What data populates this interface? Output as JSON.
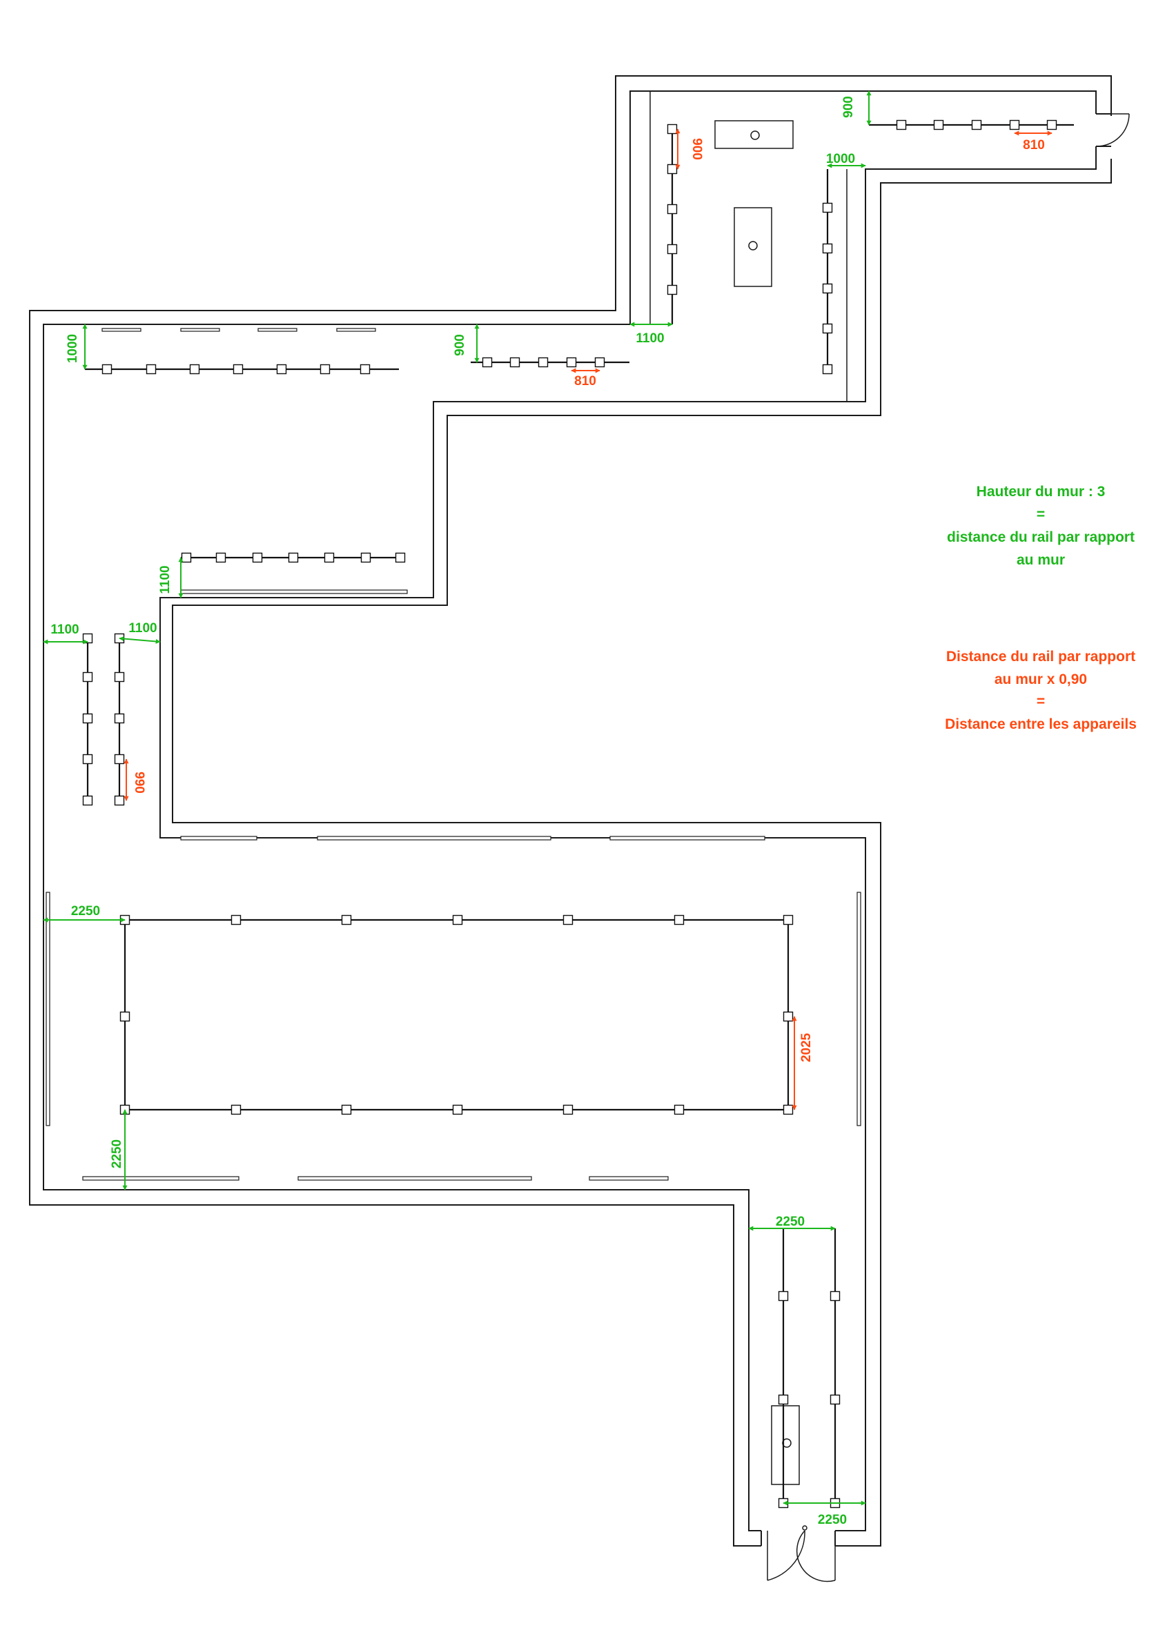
{
  "colors": {
    "wall": "#1a1a1a",
    "rail": "#111111",
    "ceiling_dimension": "#1cb81c",
    "spacing_dimension": "#ff4a12"
  },
  "dimensions": {
    "green": [
      "900",
      "1000",
      "1100",
      "900",
      "1000",
      "1100",
      "1100",
      "1100",
      "2250",
      "2250",
      "2250",
      "2250"
    ],
    "orange": [
      "900",
      "810",
      "810",
      "990",
      "2025"
    ]
  },
  "legend": {
    "green": [
      "Hauteur du mur : 3",
      "=",
      "distance du rail par rapport",
      "au mur"
    ],
    "orange": [
      "Distance du rail par rapport",
      "au mur x 0,90",
      "=",
      "Distance entre les appareils"
    ]
  }
}
